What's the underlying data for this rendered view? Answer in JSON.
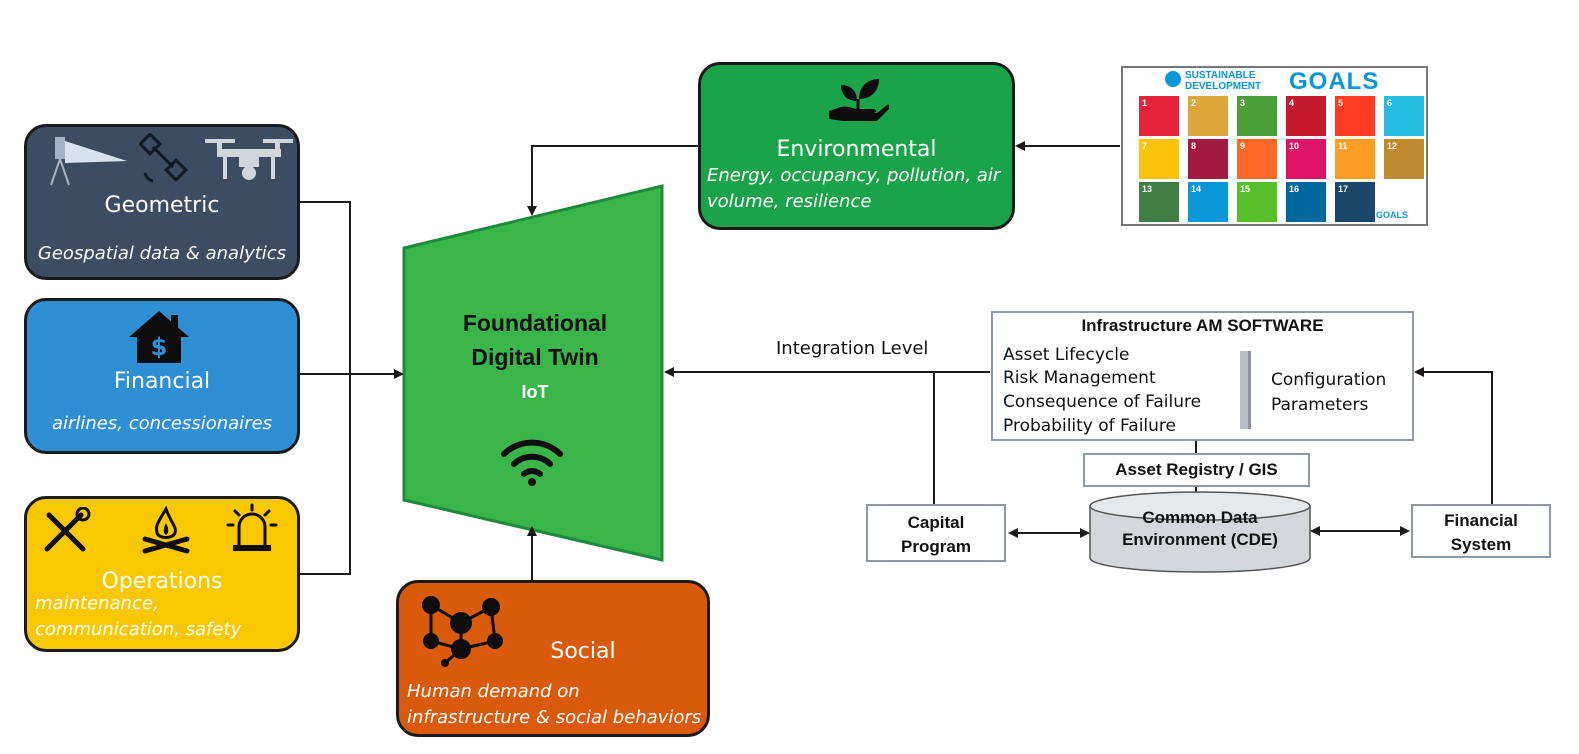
{
  "geometric": {
    "title": "Geometric",
    "subtitle": "Geospatial data & analytics",
    "icons": [
      "laser-scanner-icon",
      "satellite-icon",
      "drone-icon"
    ]
  },
  "financial": {
    "title": "Financial",
    "subtitle": "airlines, concessionaires",
    "icons": [
      "house-dollar-icon"
    ]
  },
  "operations": {
    "title": "Operations",
    "subtitle_line1": "maintenance,",
    "subtitle_line2": "communication, safety",
    "icons": [
      "tools-icon",
      "campfire-icon",
      "siren-icon"
    ]
  },
  "environmental": {
    "title": "Environmental",
    "subtitle_line1": "Energy, occupancy, pollution, air",
    "subtitle_line2": "volume, resilience",
    "icons": [
      "plant-hand-icon"
    ]
  },
  "social": {
    "title": "Social",
    "subtitle_line1": "Human demand on",
    "subtitle_line2": "infrastructure & social behaviors",
    "icons": [
      "network-people-icon"
    ]
  },
  "digital_twin": {
    "title_line1": "Foundational",
    "title_line2": "Digital Twin",
    "subtitle": "IoT",
    "icons": [
      "wifi-icon"
    ]
  },
  "integration_label": "Integration Level",
  "am_software": {
    "title": "Infrastructure AM SOFTWARE",
    "items": [
      "Asset Lifecycle",
      "Risk Management",
      "Consequence of Failure",
      "Probability of Failure"
    ],
    "config_line1": "Configuration",
    "config_line2": "Parameters"
  },
  "asset_registry": "Asset Registry / GIS",
  "capital_program": {
    "line1": "Capital",
    "line2": "Program"
  },
  "cde": {
    "line1": "Common Data",
    "line2": "Environment (CDE)"
  },
  "financial_system": {
    "line1": "Financial",
    "line2": "System"
  },
  "sdg": {
    "header_line1": "SUSTAINABLE",
    "header_line2": "DEVELOPMENT",
    "header_goals": "GOALS",
    "footer": "GOALS",
    "tiles": [
      {
        "num": "1",
        "color": "#e5243b"
      },
      {
        "num": "2",
        "color": "#dda63a"
      },
      {
        "num": "3",
        "color": "#4c9f38"
      },
      {
        "num": "4",
        "color": "#c5192d"
      },
      {
        "num": "5",
        "color": "#ff3a21"
      },
      {
        "num": "6",
        "color": "#26bde2"
      },
      {
        "num": "7",
        "color": "#fcc30b"
      },
      {
        "num": "8",
        "color": "#a21942"
      },
      {
        "num": "9",
        "color": "#fd6925"
      },
      {
        "num": "10",
        "color": "#dd1367"
      },
      {
        "num": "11",
        "color": "#fd9d24"
      },
      {
        "num": "12",
        "color": "#bf8b2e"
      },
      {
        "num": "13",
        "color": "#3f7e44"
      },
      {
        "num": "14",
        "color": "#0a97d9"
      },
      {
        "num": "15",
        "color": "#56c02b"
      },
      {
        "num": "16",
        "color": "#00689d"
      },
      {
        "num": "17",
        "color": "#19486a"
      }
    ]
  },
  "colors": {
    "geometric": "#3c4d63",
    "financial": "#2f8fd5",
    "operations": "#f9c800",
    "environmental": "#1aa34a",
    "social": "#d95a0b",
    "twin": "#39b54a"
  }
}
